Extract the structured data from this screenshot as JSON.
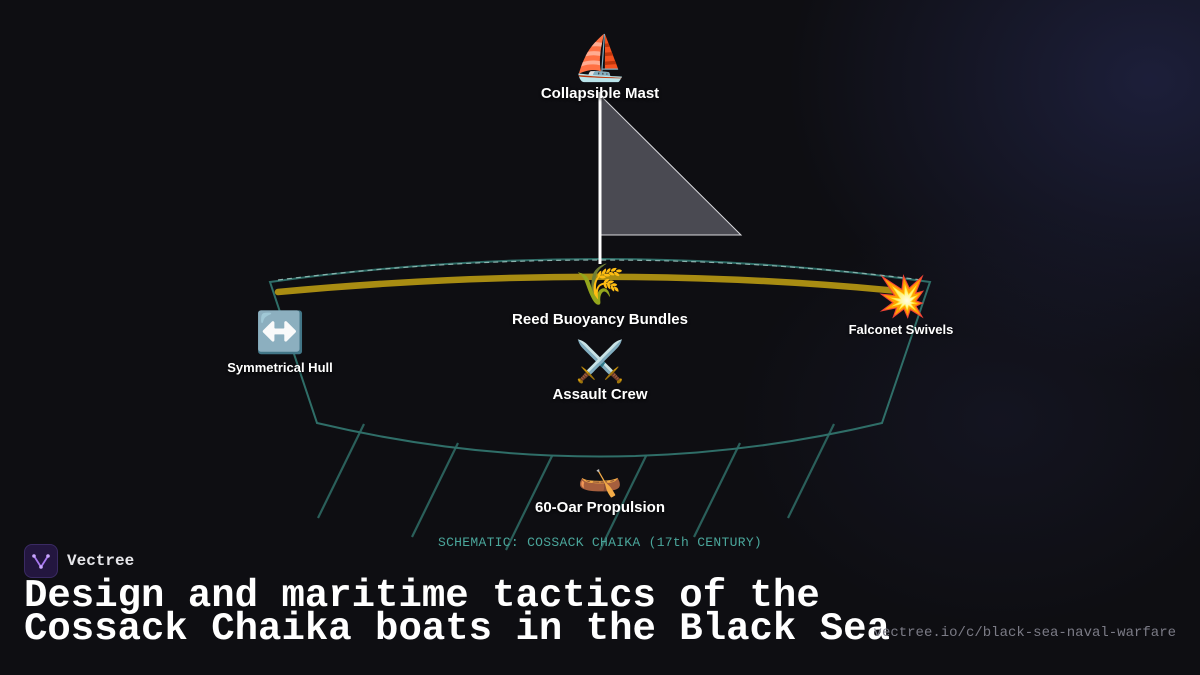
{
  "diagram": {
    "caption": "SCHEMATIC: COSSACK CHAIKA (17th CENTURY)",
    "nodes": {
      "mast": {
        "icon": "⛵",
        "icon_name": "sailboat-icon",
        "label": "Collapsible Mast"
      },
      "reed": {
        "icon": "🌾",
        "icon_name": "sheaf-of-rice-icon",
        "label": "Reed Buoyancy Bundles"
      },
      "falconet": {
        "icon": "💥",
        "icon_name": "collision-icon",
        "label": "Falconet Swivels"
      },
      "hull": {
        "icon": "↔️",
        "icon_name": "left-right-arrow-icon",
        "label": "Symmetrical Hull"
      },
      "crew": {
        "icon": "⚔️",
        "icon_name": "crossed-swords-icon",
        "label": "Assault Crew"
      },
      "oars": {
        "icon": "🛶",
        "icon_name": "canoe-icon",
        "label": "60-Oar Propulsion"
      }
    },
    "colors": {
      "hull_outline": "#2f6e68",
      "reed_band": "#a88c12",
      "sail_fill": "#4a4a52",
      "mast": "#ffffff",
      "caption": "#4aa69b"
    }
  },
  "brand": {
    "name": "Vectree",
    "logo_icon": "vectree-logo-icon"
  },
  "title": {
    "line1": "Design and maritime tactics of the",
    "line2": "Cossack Chaika boats in the Black Sea"
  },
  "url": "vectree.io/c/black-sea-naval-warfare"
}
